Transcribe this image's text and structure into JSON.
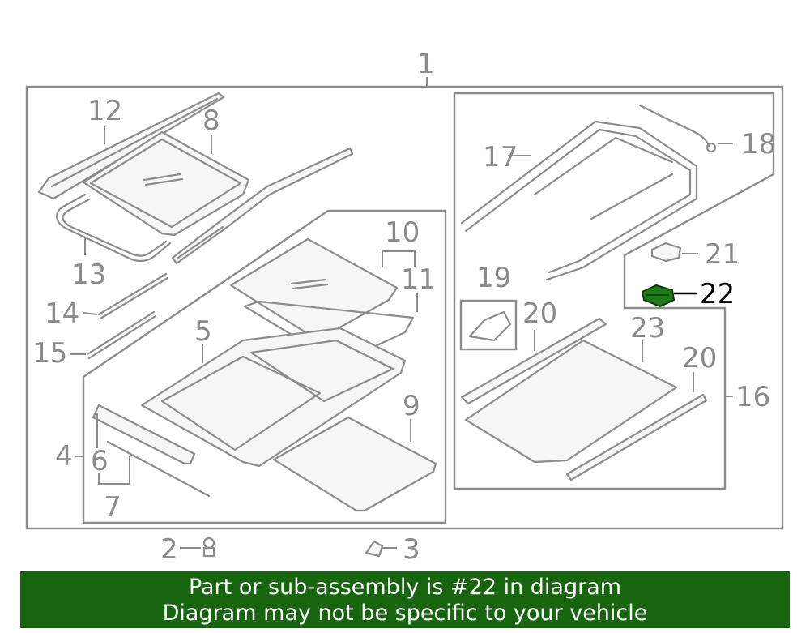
{
  "callouts": {
    "c1": "1",
    "c2": "2",
    "c3": "3",
    "c4": "4",
    "c5": "5",
    "c6": "6",
    "c7": "7",
    "c8": "8",
    "c9": "9",
    "c10": "10",
    "c11": "11",
    "c12": "12",
    "c13": "13",
    "c14": "14",
    "c15": "15",
    "c16": "16",
    "c17": "17",
    "c18": "18",
    "c19": "19",
    "c20a": "20",
    "c20b": "20",
    "c21": "21",
    "c22": "22",
    "c23": "23"
  },
  "highlight": {
    "part": "22",
    "color": "#1f7a1a"
  },
  "banner": {
    "line1": "Part or sub-assembly is #22 in diagram",
    "line2": "Diagram may not be specific to your vehicle",
    "color": "#17650f"
  }
}
